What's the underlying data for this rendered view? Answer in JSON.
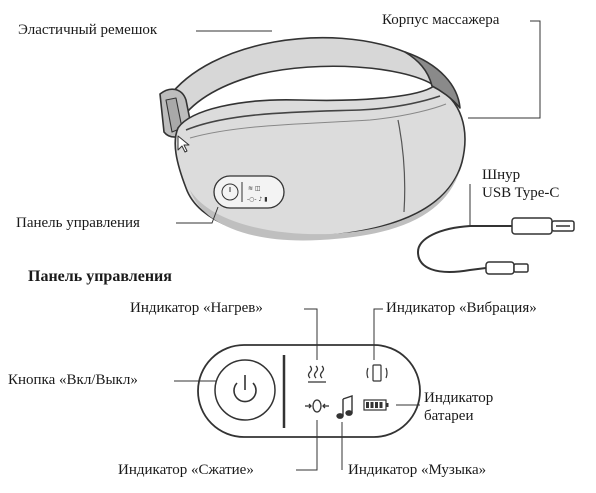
{
  "top_labels": {
    "strap": "Эластичный ремешок",
    "body": "Корпус массажера",
    "control_panel": "Панель управления",
    "cable": "Шнур\nUSB Type-C"
  },
  "panel_section": {
    "title": "Панель управления",
    "heat": "Индикатор «Нагрев»",
    "vibration": "Индикатор «Вибрация»",
    "power": "Кнопка «Вкл/Выкл»",
    "battery": "Индикатор\nбатареи",
    "compression": "Индикатор «Сжатие»",
    "music": "Индикатор «Музыка»"
  },
  "icons": {
    "power": "power-icon",
    "heat": "heat-icon",
    "vibration": "vibration-icon",
    "compression": "compression-icon",
    "music": "music-note-icon",
    "battery": "battery-icon"
  }
}
